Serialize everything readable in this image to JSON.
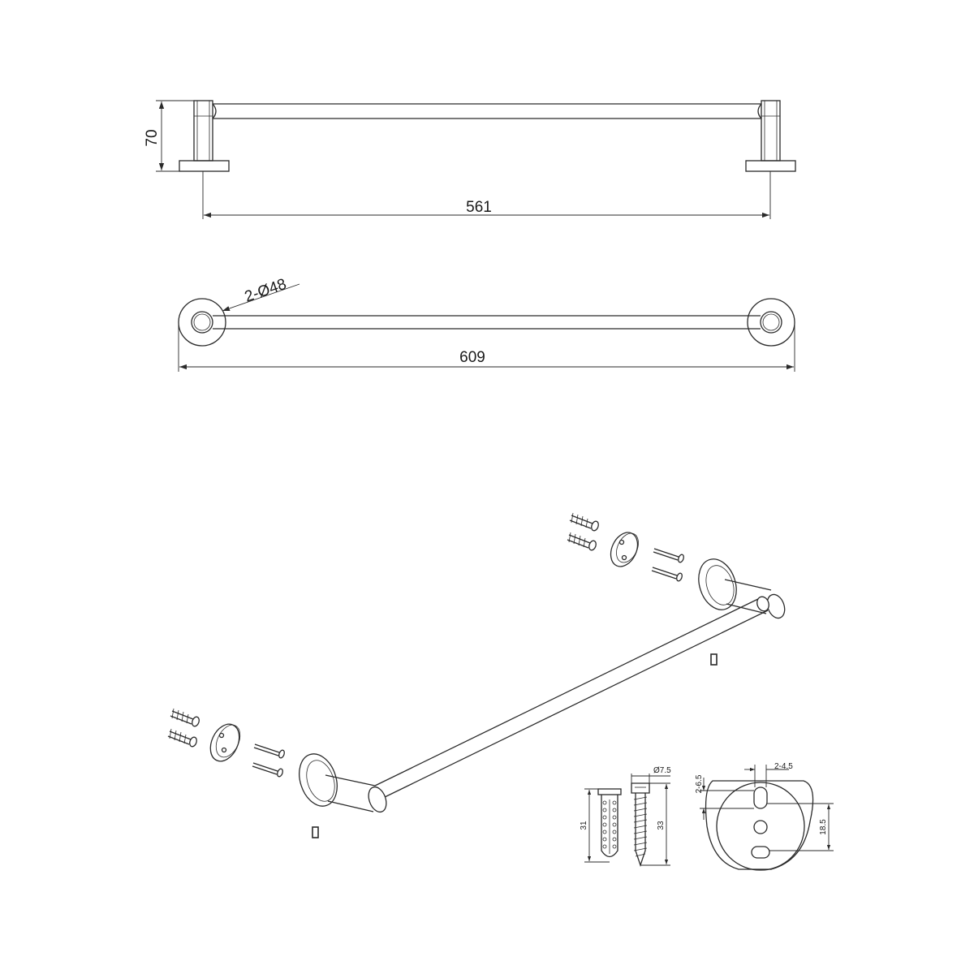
{
  "front_view": {
    "height_dim": "70",
    "span_dim": "561"
  },
  "top_view": {
    "flange_dim": "2-Ø48",
    "overall_dim": "609"
  },
  "details": {
    "anchor_length": "31",
    "screw_length": "33",
    "screw_diameter": "Ø7.5",
    "slot_width": "2-4.5",
    "slot_height": "2-6.5",
    "hole_spacing": "18.5"
  },
  "colors": {
    "line": "#2a2a2a",
    "background": "#ffffff"
  }
}
